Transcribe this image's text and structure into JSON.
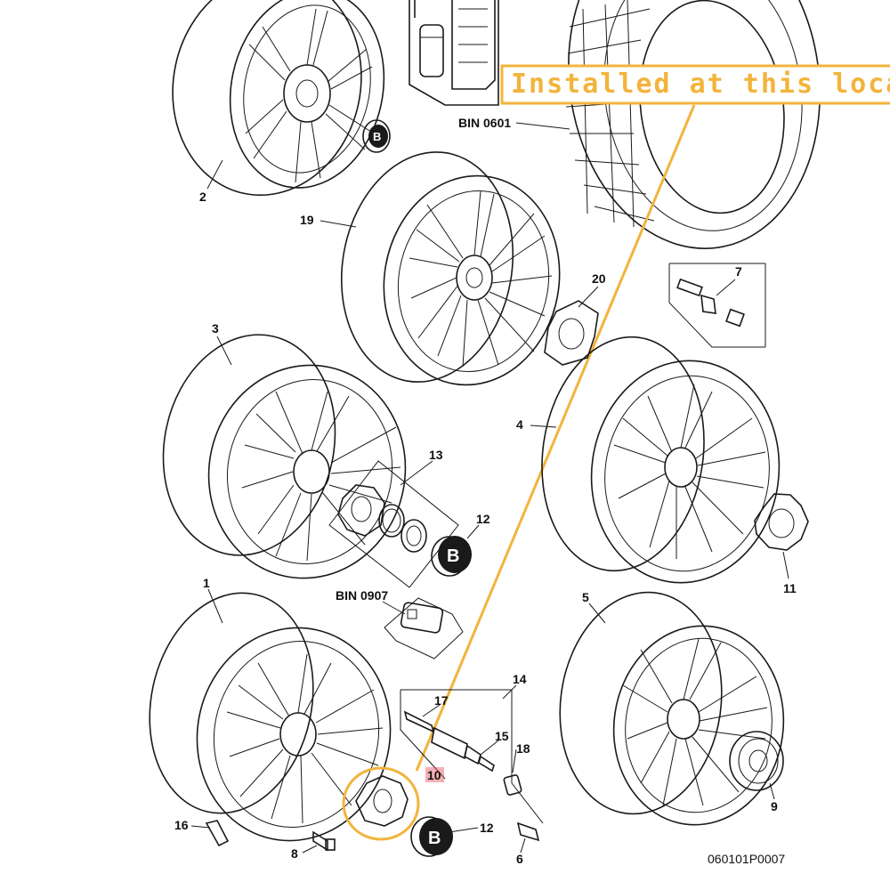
{
  "callout": {
    "text": "Installed at this location",
    "color": "#F2B43C"
  },
  "highlight": {
    "part": "10",
    "color": "#E8505B"
  },
  "labels": {
    "p1": "1",
    "p2": "2",
    "p3": "3",
    "p4": "4",
    "p5": "5",
    "p6": "6",
    "p7": "7",
    "p8": "8",
    "p9": "9",
    "p10": "10",
    "p11": "11",
    "p12a": "12",
    "p12b": "12",
    "p13": "13",
    "p14": "14",
    "p15": "15",
    "p16": "16",
    "p17": "17",
    "p18": "18",
    "p19": "19",
    "p20": "20",
    "bin_top": "BIN 0601",
    "bin_mid": "BIN 0907"
  },
  "reference": "060101P0007",
  "icons": {
    "badge": "bentley-b-badge-icon",
    "sensor": "tpms-sensor-icon"
  }
}
